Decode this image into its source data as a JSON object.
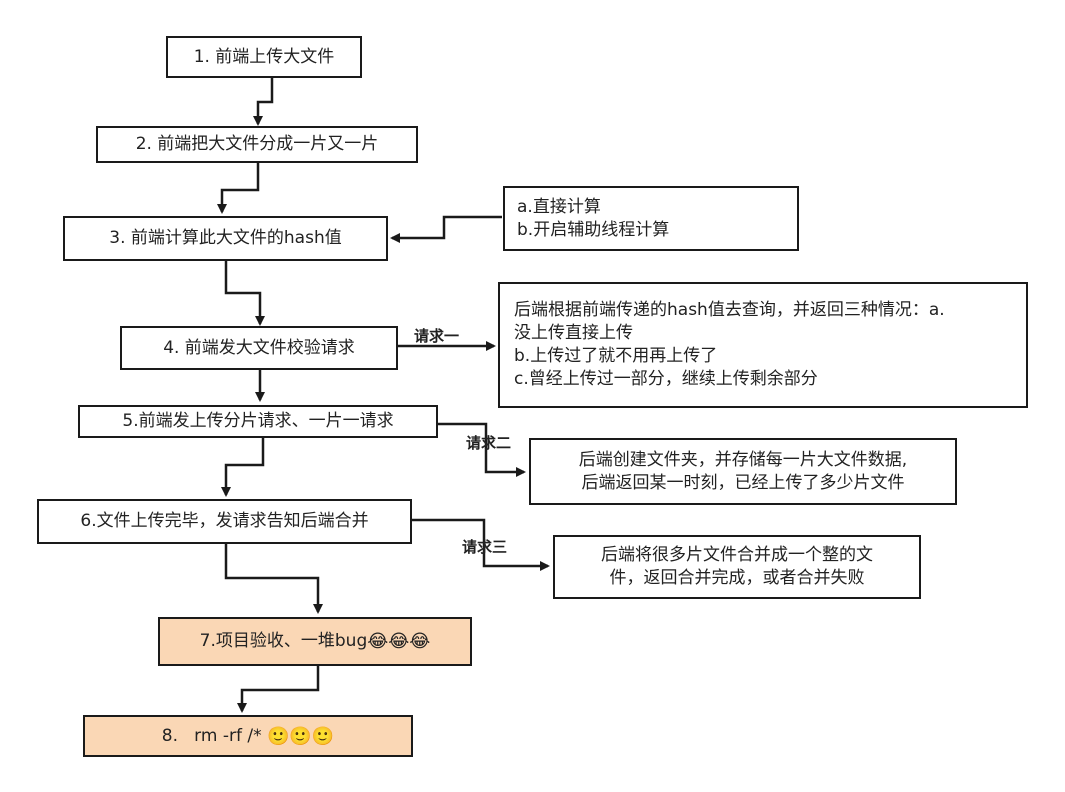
{
  "steps": [
    {
      "text": "1. 前端上传大文件"
    },
    {
      "text": "2. 前端把大文件分成一片又一片"
    },
    {
      "text": "3. 前端计算此大文件的hash值"
    },
    {
      "text": "4. 前端发大文件校验请求"
    },
    {
      "text": "5.前端发上传分片请求、一片一请求"
    },
    {
      "text": "6.文件上传完毕，发请求告知后端合并"
    },
    {
      "text": "7.项目验收、一堆bug",
      "emoji": "😂😂😂"
    },
    {
      "text": "8.   rm -rf /* ",
      "emoji": "🙂🙂🙂"
    }
  ],
  "notes": {
    "hash_methods": [
      "a.直接计算",
      "b.开启辅助线程计算"
    ],
    "check_response": [
      "后端根据前端传递的hash值去查询，并返回三种情况：a.",
      "没上传直接上传",
      "b.上传过了就不用再上传了",
      "c.曾经上传过一部分，继续上传剩余部分"
    ],
    "chunk_response": [
      "后端创建文件夹，并存储每一片大文件数据,",
      "后端返回某一时刻，已经上传了多少片文件"
    ],
    "merge_response": [
      "后端将很多片文件合并成一个整的文",
      "件，返回合并完成，或者合并失败"
    ]
  },
  "labels": {
    "request1": "请求一",
    "request2": "请求二",
    "request3": "请求三"
  },
  "colors": {
    "border": "#1a1a1a",
    "highlight_fill": "#fad7b5"
  }
}
